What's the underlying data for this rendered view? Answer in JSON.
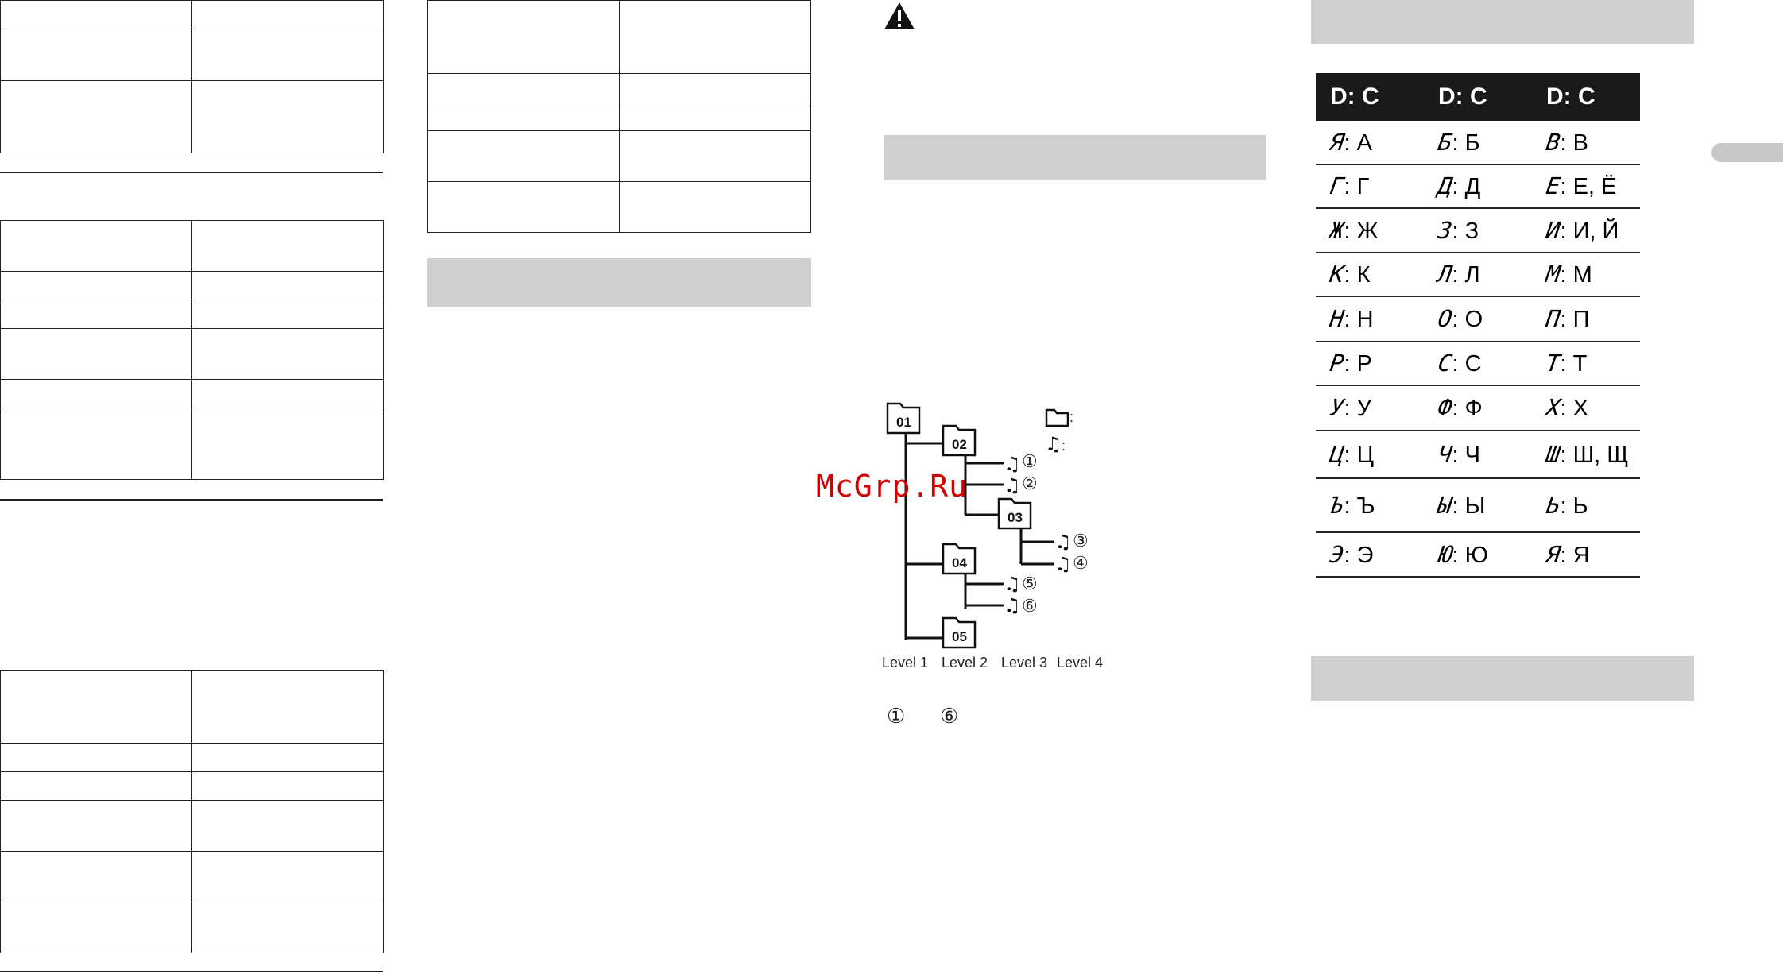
{
  "watermark": "McGrp.Ru",
  "char_table": {
    "headers": [
      "D: C",
      "D: C",
      "D: C"
    ],
    "rows": [
      [
        {
          "g": "Я",
          "c": ": А"
        },
        {
          "g": "Б",
          "c": ": Б"
        },
        {
          "g": "В",
          "c": ": В"
        }
      ],
      [
        {
          "g": "Г",
          "c": ": Г"
        },
        {
          "g": "Д",
          "c": ": Д"
        },
        {
          "g": "Е",
          "c": ": Е, Ё"
        }
      ],
      [
        {
          "g": "Ж",
          "c": ": Ж"
        },
        {
          "g": "З",
          "c": ": З"
        },
        {
          "g": "И",
          "c": ": И, Й"
        }
      ],
      [
        {
          "g": "К",
          "c": ": К"
        },
        {
          "g": "Л",
          "c": ": Л"
        },
        {
          "g": "М",
          "c": ": М"
        }
      ],
      [
        {
          "g": "Н",
          "c": ": Н"
        },
        {
          "g": "О",
          "c": ": О"
        },
        {
          "g": "П",
          "c": ": П"
        }
      ],
      [
        {
          "g": "Р",
          "c": ": Р"
        },
        {
          "g": "С",
          "c": ": С"
        },
        {
          "g": "Т",
          "c": ": Т"
        }
      ],
      [
        {
          "g": "У",
          "c": ": У"
        },
        {
          "g": "Ф",
          "c": ": Ф"
        },
        {
          "g": "Х",
          "c": ": Х"
        }
      ],
      [
        {
          "g": "Ц",
          "c": ": Ц"
        },
        {
          "g": "Ч",
          "c": ": Ч"
        },
        {
          "g": "Ш",
          "c": ": Ш, Щ"
        }
      ],
      [
        {
          "g": "Ъ",
          "c": ": Ъ"
        },
        {
          "g": "Ы",
          "c": ": Ы"
        },
        {
          "g": "Ь",
          "c": ": Ь"
        }
      ],
      [
        {
          "g": "Э",
          "c": ": Э"
        },
        {
          "g": "Ю",
          "c": ": Ю"
        },
        {
          "g": "Я",
          "c": ": Я"
        }
      ]
    ]
  },
  "tree": {
    "folders": [
      "01",
      "02",
      "03",
      "04",
      "05"
    ],
    "tracks": [
      "①",
      "②",
      "③",
      "④",
      "⑤",
      "⑥"
    ],
    "levels": [
      "Level 1",
      "Level 2",
      "Level 3",
      "Level 4"
    ],
    "legend_folder": ":",
    "legend_track": ":",
    "range_from": "①",
    "range_to": "⑥"
  }
}
